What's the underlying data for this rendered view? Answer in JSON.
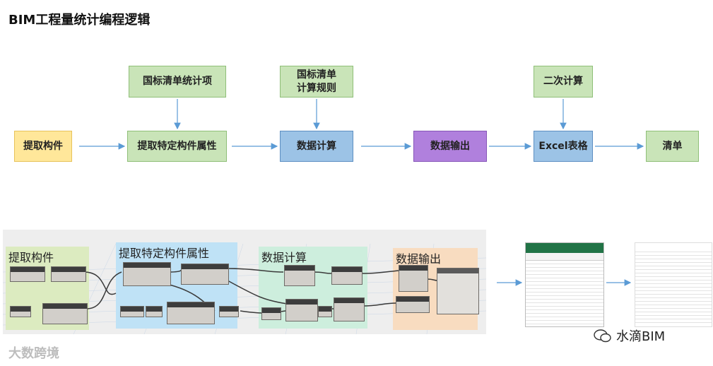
{
  "title": "BIM工程量统计编程逻辑",
  "flow": {
    "guojia_qingdan_xiang": "国标清单统计项",
    "guojia_qingdan_guize": "国标清单\n计算规则",
    "erci_jisuan": "二次计算",
    "tiqu_goujian": "提取构件",
    "tiqu_shuxing": "提取特定构件属性",
    "shuju_jisuan": "数据计算",
    "shuju_shuchu": "数据输出",
    "excel": "Excel表格",
    "qingdan": "清单"
  },
  "graph": {
    "group1": "提取构件",
    "group2": "提取特定构件属性",
    "group3": "数据计算",
    "group4": "数据输出"
  },
  "watermark": {
    "left": "大数跨境",
    "right": "水滴BIM"
  },
  "colors": {
    "green": "#c9e4b8",
    "yellow": "#ffe79a",
    "blue": "#9cc3e6",
    "purple": "#b080dd",
    "arrow": "#5b9bd5"
  }
}
